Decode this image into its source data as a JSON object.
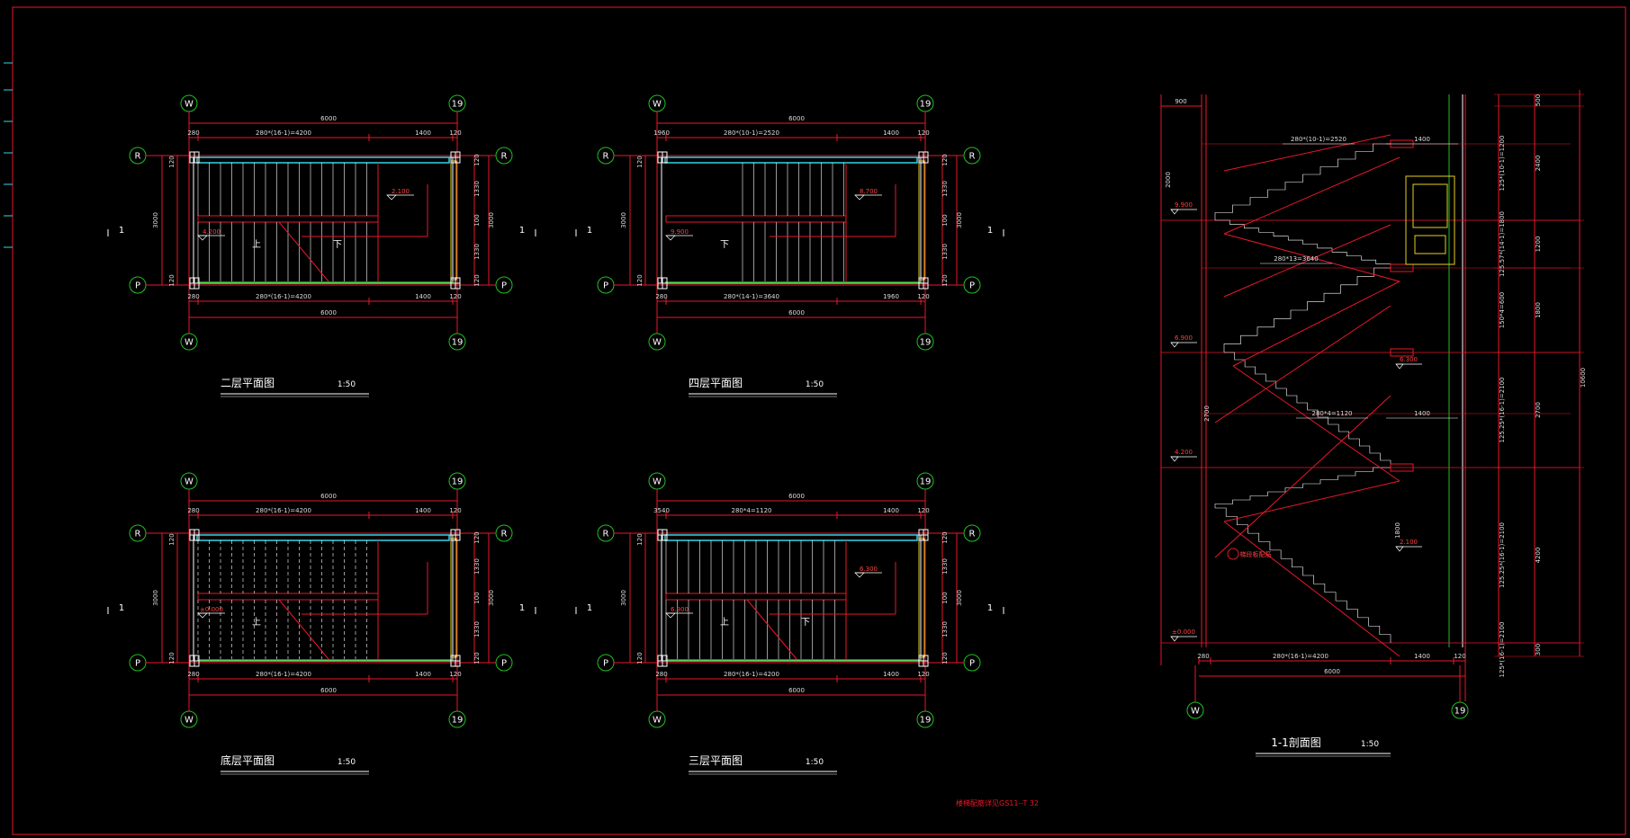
{
  "colors": {
    "background": "#000000",
    "red": "#e8182a",
    "cyan": "#33d6e6",
    "green": "#22c022",
    "white": "#ffffff",
    "yellow": "#e6d21a",
    "grid": "#c8c8c8"
  },
  "axis_labels": {
    "col_left": "W",
    "col_right": "19",
    "row_top": "R",
    "row_bottom": "P"
  },
  "section_mark": "1",
  "plans": [
    {
      "title": "二层平面图",
      "scale": "1:50",
      "dim_total": "6000",
      "top_dims": [
        "280",
        "280*(16-1)=4200",
        "1400",
        "120"
      ],
      "bottom_dims": [
        "280",
        "280*(16-1)=4200",
        "1400",
        "120"
      ],
      "left_dim": "3000",
      "right_dims": [
        "120",
        "1330",
        "100",
        "1330",
        "120"
      ],
      "right_total": "3000",
      "levels": [
        "4.200",
        "2.100"
      ],
      "marks": [
        "上",
        "下"
      ]
    },
    {
      "title": "四层平面图",
      "scale": "1:50",
      "dim_total": "6000",
      "top_dims": [
        "1960",
        "280*(10-1)=2520",
        "1400",
        "120"
      ],
      "bottom_dims": [
        "280",
        "280*(14-1)=3640",
        "1960",
        "120"
      ],
      "left_dim": "3000",
      "right_dims": [
        "120",
        "1330",
        "100",
        "1330",
        "120"
      ],
      "right_total": "3000",
      "levels": [
        "9.900",
        "8.700"
      ],
      "marks": [
        "下"
      ]
    },
    {
      "title": "底层平面图",
      "scale": "1:50",
      "dim_total": "6000",
      "top_dims": [
        "280",
        "280*(16-1)=4200",
        "1400",
        "120"
      ],
      "bottom_dims": [
        "280",
        "280*(16-1)=4200",
        "1400",
        "120"
      ],
      "left_dim": "3000",
      "right_dims": [
        "120",
        "1330",
        "100",
        "1330",
        "120"
      ],
      "right_total": "3000",
      "levels": [
        "±0.000"
      ],
      "marks": [
        "上"
      ]
    },
    {
      "title": "三层平面图",
      "scale": "1:50",
      "dim_total": "6000",
      "top_dims": [
        "3540",
        "280*4=1120",
        "1400",
        "120"
      ],
      "bottom_dims": [
        "280",
        "280*(16-1)=4200",
        "1400",
        "120"
      ],
      "left_dim": "3000",
      "right_dims": [
        "120",
        "1330",
        "100",
        "1330",
        "120"
      ],
      "right_total": "3000",
      "levels": [
        "6.900",
        "6.300"
      ],
      "marks": [
        "上",
        "下"
      ]
    }
  ],
  "section": {
    "title": "1-1剖面图",
    "scale": "1:50",
    "top_left_dim": "900",
    "left_dims": [
      "2000",
      "2700"
    ],
    "levels": [
      "9.900",
      "6.900",
      "4.200",
      "±0.000",
      "6.300",
      "2.100"
    ],
    "flight_labels": [
      "280*(10-1)=2520",
      "1400",
      "280*13=3640",
      "280*4=1120",
      "1400"
    ],
    "right_inner": [
      "500",
      "2400",
      "1200",
      "1800",
      "2700",
      "4200",
      "300"
    ],
    "right_labels": [
      "125*(10-1)=1200",
      "125.57*(14-1)=1800",
      "150*4=600",
      "125.25*(16-1)=2100",
      "125.25*(16-1)=2100",
      "125*(16-1)=2100"
    ],
    "right_total": "10600",
    "mid_dim": "1800",
    "bottom_dims": [
      "280",
      "280*(16-1)=4200",
      "1400",
      "120"
    ],
    "bottom_total": "6000",
    "col_labels": [
      "W",
      "19"
    ],
    "note": "梯段板配筋"
  },
  "footer_note": "楼梯配筋详见GS11--T 32"
}
